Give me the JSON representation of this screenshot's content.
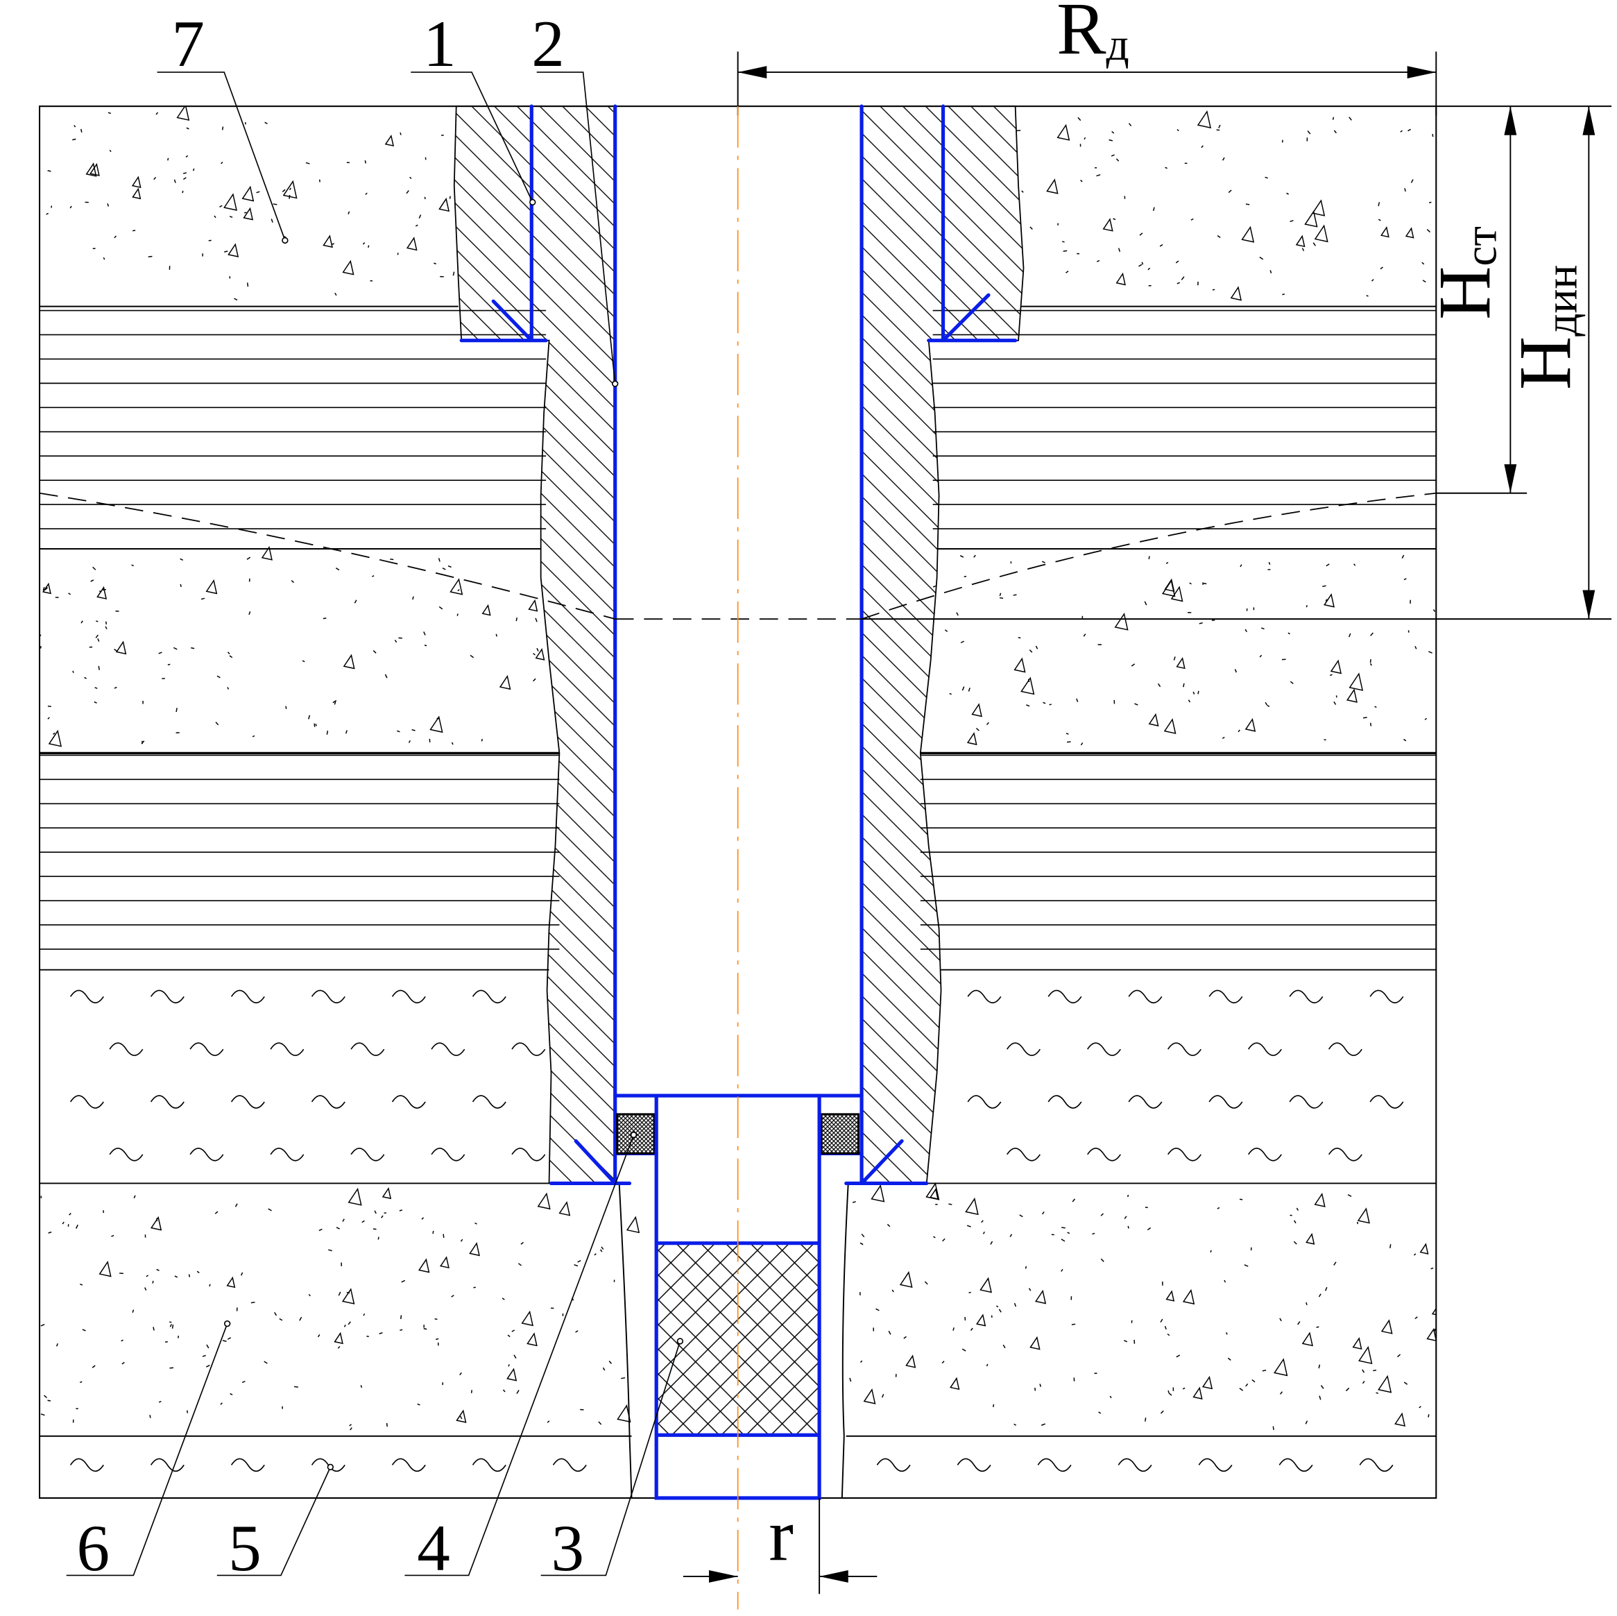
{
  "diagram": {
    "labels": {
      "l1": "1",
      "l2": "2",
      "l3": "3",
      "l4": "4",
      "l5": "5",
      "l6": "6",
      "l7": "7"
    },
    "dimensions": {
      "rd_main": "R",
      "rd_sub": "д",
      "hst_main": "H",
      "hst_sub": "ст",
      "hdin_main": "H",
      "hdin_sub": "дин",
      "r": "r"
    },
    "colors": {
      "casing": "#0a1ee8",
      "axis": "#ff8c1a",
      "ink": "#000000",
      "background": "#ffffff"
    }
  }
}
